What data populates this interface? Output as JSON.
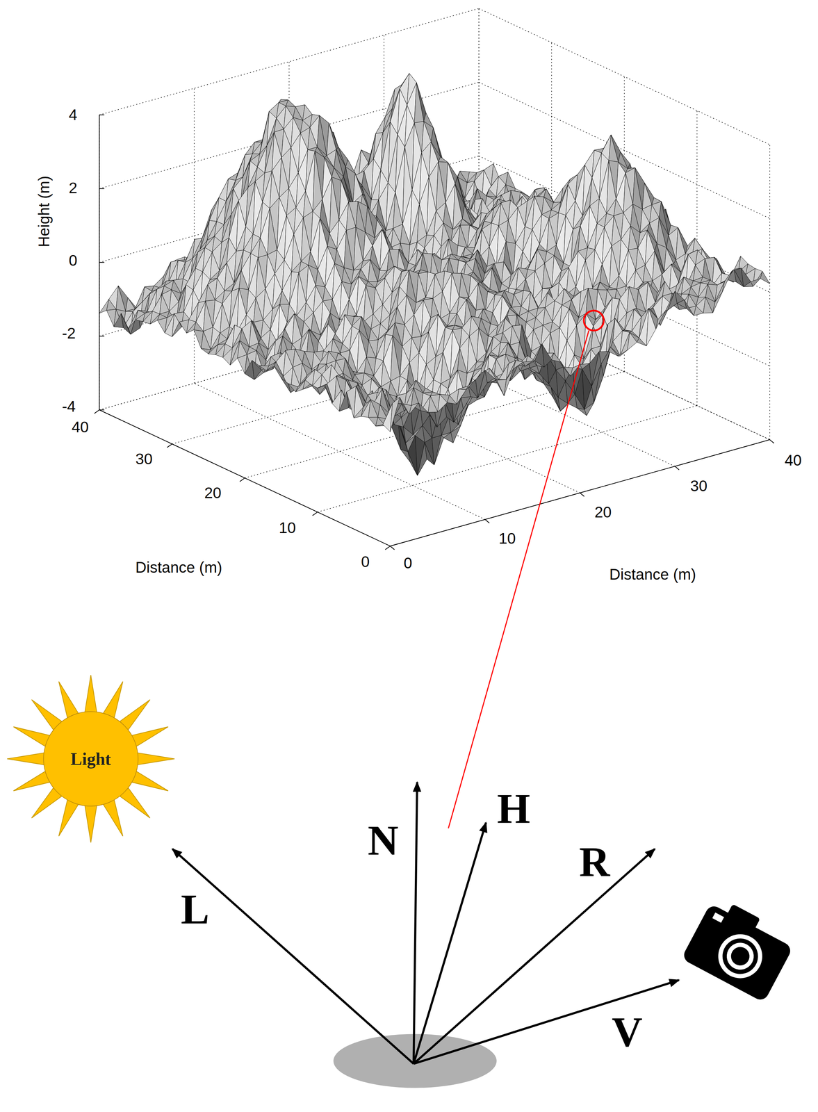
{
  "diagram": {
    "nodes": [
      {
        "text": [
          "Light"
        ]
      }
    ],
    "labels": [
      "4",
      "2",
      "0",
      "-2",
      "-4",
      "Height (m)",
      "40",
      "30",
      "20",
      "10",
      "0",
      "Distance (m)",
      "0",
      "10",
      "20",
      "30",
      "40",
      "Distance (m)",
      "N",
      "H",
      "R",
      "L",
      "V"
    ]
  }
}
